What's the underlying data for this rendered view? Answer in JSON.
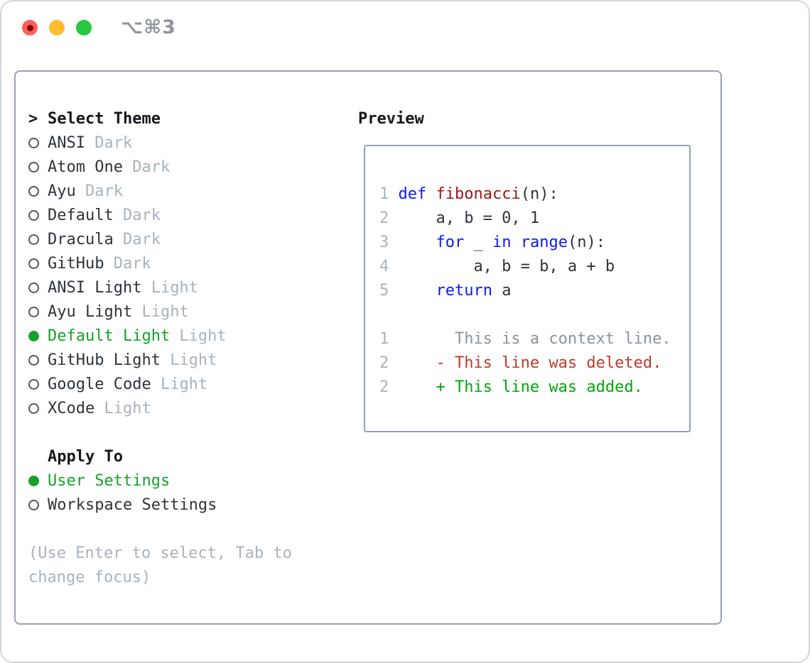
{
  "window": {
    "title": "⌥⌘3"
  },
  "colors": {
    "accent-green": "#16a32a",
    "keyword-blue": "#0c1bee",
    "function-red": "#a31515",
    "diff-del": "#c0392b",
    "diff-add": "#00a80e",
    "dim-gray": "#a9b2bc",
    "context-gray": "#8b939c",
    "text": "#2e343a",
    "heading": "#15181c",
    "border-gray": "#98a1ac",
    "traffic-red": "#ff5f57",
    "traffic-yellow": "#febc2e",
    "traffic-green": "#28c840"
  },
  "theme_picker": {
    "pointer": ">",
    "header": "Select Theme",
    "themes": [
      {
        "name": "ANSI",
        "variant": "Dark",
        "selected": false
      },
      {
        "name": "Atom One",
        "variant": "Dark",
        "selected": false
      },
      {
        "name": "Ayu",
        "variant": "Dark",
        "selected": false
      },
      {
        "name": "Default",
        "variant": "Dark",
        "selected": false
      },
      {
        "name": "Dracula",
        "variant": "Dark",
        "selected": false
      },
      {
        "name": "GitHub",
        "variant": "Dark",
        "selected": false
      },
      {
        "name": "ANSI Light",
        "variant": "Light",
        "selected": false
      },
      {
        "name": "Ayu Light",
        "variant": "Light",
        "selected": false
      },
      {
        "name": "Default Light",
        "variant": "Light",
        "selected": true
      },
      {
        "name": "GitHub Light",
        "variant": "Light",
        "selected": false
      },
      {
        "name": "Google Code",
        "variant": "Light",
        "selected": false
      },
      {
        "name": "XCode",
        "variant": "Light",
        "selected": false
      }
    ],
    "apply_to": {
      "header": "Apply To",
      "options": [
        {
          "name": "User Settings",
          "selected": true
        },
        {
          "name": "Workspace Settings",
          "selected": false
        }
      ]
    },
    "help_lines": [
      "(Use Enter to select, Tab to",
      "change focus)"
    ]
  },
  "preview": {
    "header": "Preview",
    "lines": [
      {
        "num": "1",
        "kind": "code-line",
        "tokens": [
          {
            "t": " ",
            "c": "plain"
          },
          {
            "t": "def",
            "c": "kw"
          },
          {
            "t": " ",
            "c": "plain"
          },
          {
            "t": "fibonacci",
            "c": "fn"
          },
          {
            "t": "(n):",
            "c": "plain"
          }
        ]
      },
      {
        "num": "2",
        "kind": "code-line",
        "tokens": [
          {
            "t": "     a, b = 0, 1",
            "c": "plain"
          }
        ]
      },
      {
        "num": "3",
        "kind": "code-line",
        "tokens": [
          {
            "t": "     ",
            "c": "plain"
          },
          {
            "t": "for",
            "c": "kw"
          },
          {
            "t": " _ ",
            "c": "plain"
          },
          {
            "t": "in",
            "c": "kw"
          },
          {
            "t": " ",
            "c": "plain"
          },
          {
            "t": "range",
            "c": "kw"
          },
          {
            "t": "(n):",
            "c": "plain"
          }
        ]
      },
      {
        "num": "4",
        "kind": "code-line",
        "tokens": [
          {
            "t": "         a, b = b, a + b",
            "c": "plain"
          }
        ]
      },
      {
        "num": "5",
        "kind": "code-line",
        "tokens": [
          {
            "t": "     ",
            "c": "plain"
          },
          {
            "t": "return",
            "c": "kw"
          },
          {
            "t": " a",
            "c": "plain"
          }
        ]
      },
      {
        "num": "",
        "kind": "blank-line",
        "tokens": []
      },
      {
        "num": "1",
        "kind": "diff-context-line",
        "tokens": [
          {
            "t": "       This is a context line.",
            "c": "ctx"
          }
        ]
      },
      {
        "num": "2",
        "kind": "diff-deleted-line",
        "tokens": [
          {
            "t": "     - This line was deleted.",
            "c": "del"
          }
        ]
      },
      {
        "num": "2",
        "kind": "diff-added-line",
        "tokens": [
          {
            "t": "     + This line was added.",
            "c": "add"
          }
        ]
      }
    ]
  }
}
